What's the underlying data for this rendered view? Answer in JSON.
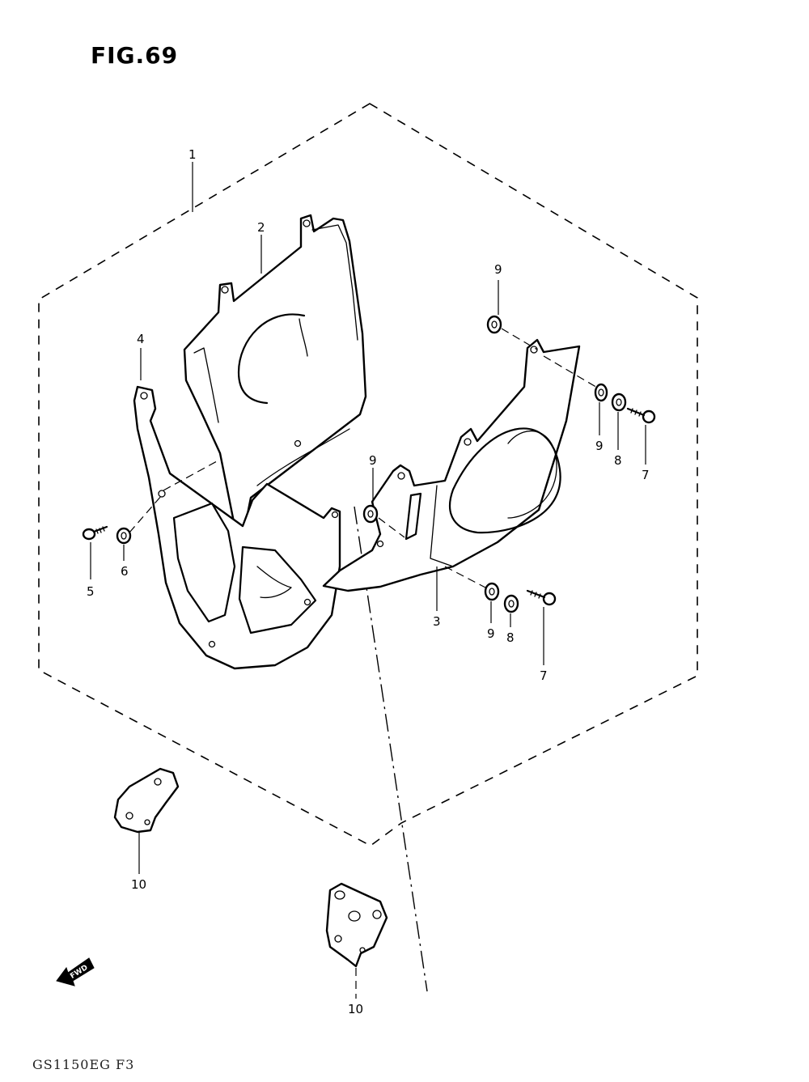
{
  "figure": {
    "title": "FIG.69",
    "footer_code": "GS1150EG F3",
    "fwd_label": "FWD"
  },
  "callouts": [
    {
      "id": "c1",
      "label": "1"
    },
    {
      "id": "c2",
      "label": "2"
    },
    {
      "id": "c3",
      "label": "3"
    },
    {
      "id": "c4",
      "label": "4"
    },
    {
      "id": "c5",
      "label": "5"
    },
    {
      "id": "c6",
      "label": "6"
    },
    {
      "id": "c7a",
      "label": "7"
    },
    {
      "id": "c7b",
      "label": "7"
    },
    {
      "id": "c8a",
      "label": "8"
    },
    {
      "id": "c8b",
      "label": "8"
    },
    {
      "id": "c9a",
      "label": "9"
    },
    {
      "id": "c9b",
      "label": "9"
    },
    {
      "id": "c9c",
      "label": "9"
    },
    {
      "id": "c9d",
      "label": "9"
    },
    {
      "id": "c10a",
      "label": "10"
    },
    {
      "id": "c10b",
      "label": "10"
    }
  ]
}
